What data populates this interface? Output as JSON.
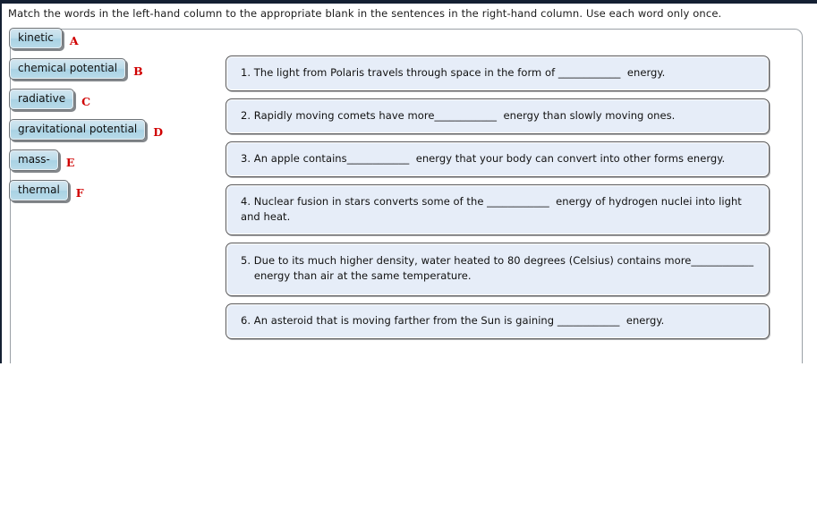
{
  "instruction": "Match the words in the left-hand column to the appropriate blank in the sentences in the right-hand column. Use each word only once.",
  "colors": {
    "chip_fill": "#b9dbe9",
    "chip_border": "#6f7478",
    "letter_red": "#d00000",
    "sentence_fill": "#e6edf8",
    "sentence_border": "#59595b",
    "panel_border": "#9aa0a6",
    "top_strip": "#142033"
  },
  "word_bank": {
    "items": [
      {
        "label": "kinetic",
        "letter": "A"
      },
      {
        "label": "chemical potential",
        "letter": "B"
      },
      {
        "label": "radiative",
        "letter": "C"
      },
      {
        "label": "gravitational potential",
        "letter": "D"
      },
      {
        "label": "mass-",
        "letter": "E"
      },
      {
        "label": "thermal",
        "letter": "F"
      }
    ]
  },
  "sentences": {
    "items": [
      {
        "text": "1. The light from Polaris travels through space in the form of ____________  energy."
      },
      {
        "text": "2. Rapidly moving comets have more____________  energy than slowly moving ones."
      },
      {
        "text": "3. An apple contains____________  energy that your body can convert into other forms energy."
      },
      {
        "text": "4. Nuclear fusion in stars converts some of the ____________  energy of hydrogen nuclei into light and heat."
      },
      {
        "text": "5. Due to its much higher density, water heated to 80 degrees (Celsius) contains more____________\n    energy than air at the same temperature."
      },
      {
        "text": "6. An asteroid that is moving farther from the Sun is gaining ____________  energy."
      }
    ]
  }
}
